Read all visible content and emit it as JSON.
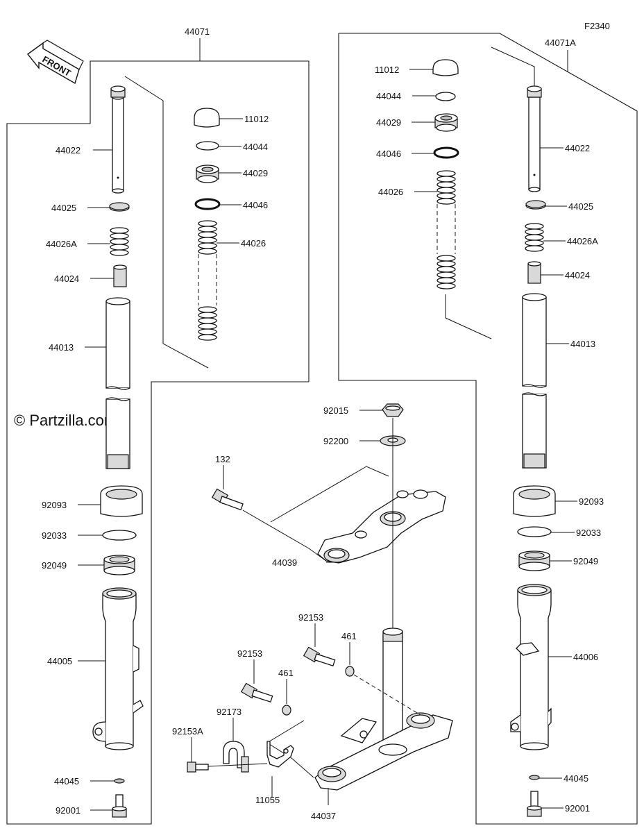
{
  "figure_code": "F2340",
  "watermark": "© Partzilla.com",
  "front_arrow_label": "FRONT",
  "groups": {
    "left_assembly": "44071",
    "right_assembly": "44071A"
  },
  "labels": {
    "l_11012": "11012",
    "l_44044": "44044",
    "l_44029": "44029",
    "l_44046": "44046",
    "l_44026": "44026",
    "l_44022": "44022",
    "l_44025": "44025",
    "l_44026A": "44026A",
    "l_44024": "44024",
    "l_44013": "44013",
    "l_92093": "92093",
    "l_92033": "92033",
    "l_92049": "92049",
    "l_44005": "44005",
    "l_44045": "44045",
    "l_92001": "92001",
    "r_11012": "11012",
    "r_44044": "44044",
    "r_44029": "44029",
    "r_44046": "44046",
    "r_44026": "44026",
    "r_44022": "44022",
    "r_44025": "44025",
    "r_44026A": "44026A",
    "r_44024": "44024",
    "r_44013": "44013",
    "r_92093": "92093",
    "r_92033": "92033",
    "r_92049": "92049",
    "r_44006": "44006",
    "r_44045": "44045",
    "r_92001": "92001",
    "c_92015": "92015",
    "c_92200": "92200",
    "c_132": "132",
    "c_44039": "44039",
    "c_92153_a": "92153",
    "c_461_a": "461",
    "c_92153_b": "92153",
    "c_461_b": "461",
    "c_92173": "92173",
    "c_92153A": "92153A",
    "c_11055": "11055",
    "c_44037": "44037"
  }
}
